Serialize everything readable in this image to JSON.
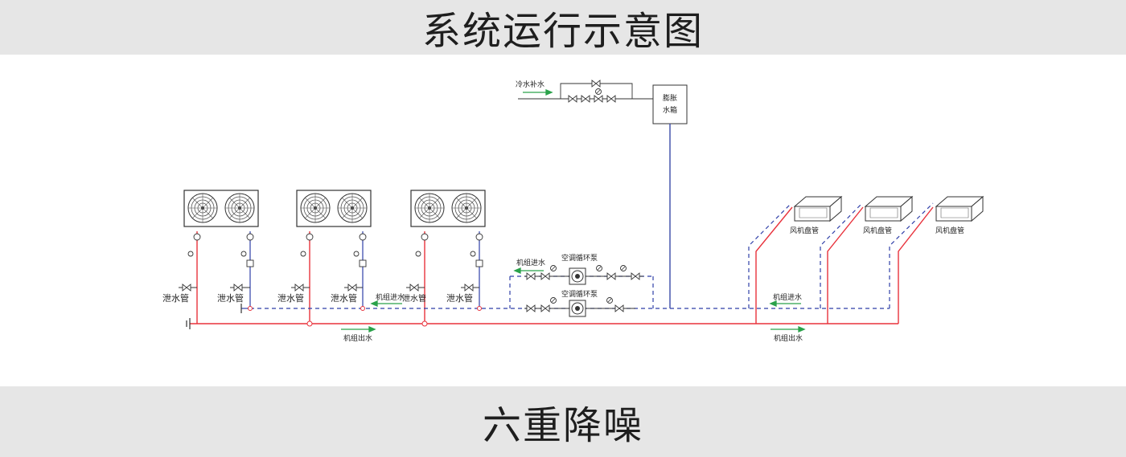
{
  "header": {
    "title": "系统运行示意图"
  },
  "footer": {
    "title": "六重降噪"
  },
  "diagram": {
    "makeup_water": "冷水补水",
    "expansion_tank_line1": "膨胀",
    "expansion_tank_line2": "水箱",
    "drain_pipe": "泄水管",
    "unit_inlet": "机组进水",
    "unit_outlet": "机组出水",
    "ac_pump": "空调循环泵",
    "fan_coil": "风机盘管"
  },
  "colors": {
    "supply_line": "#e8323c",
    "return_line": "#2f3fa8",
    "flow_arrow": "#2aa24a",
    "tank_line": "#3a4aa8"
  }
}
